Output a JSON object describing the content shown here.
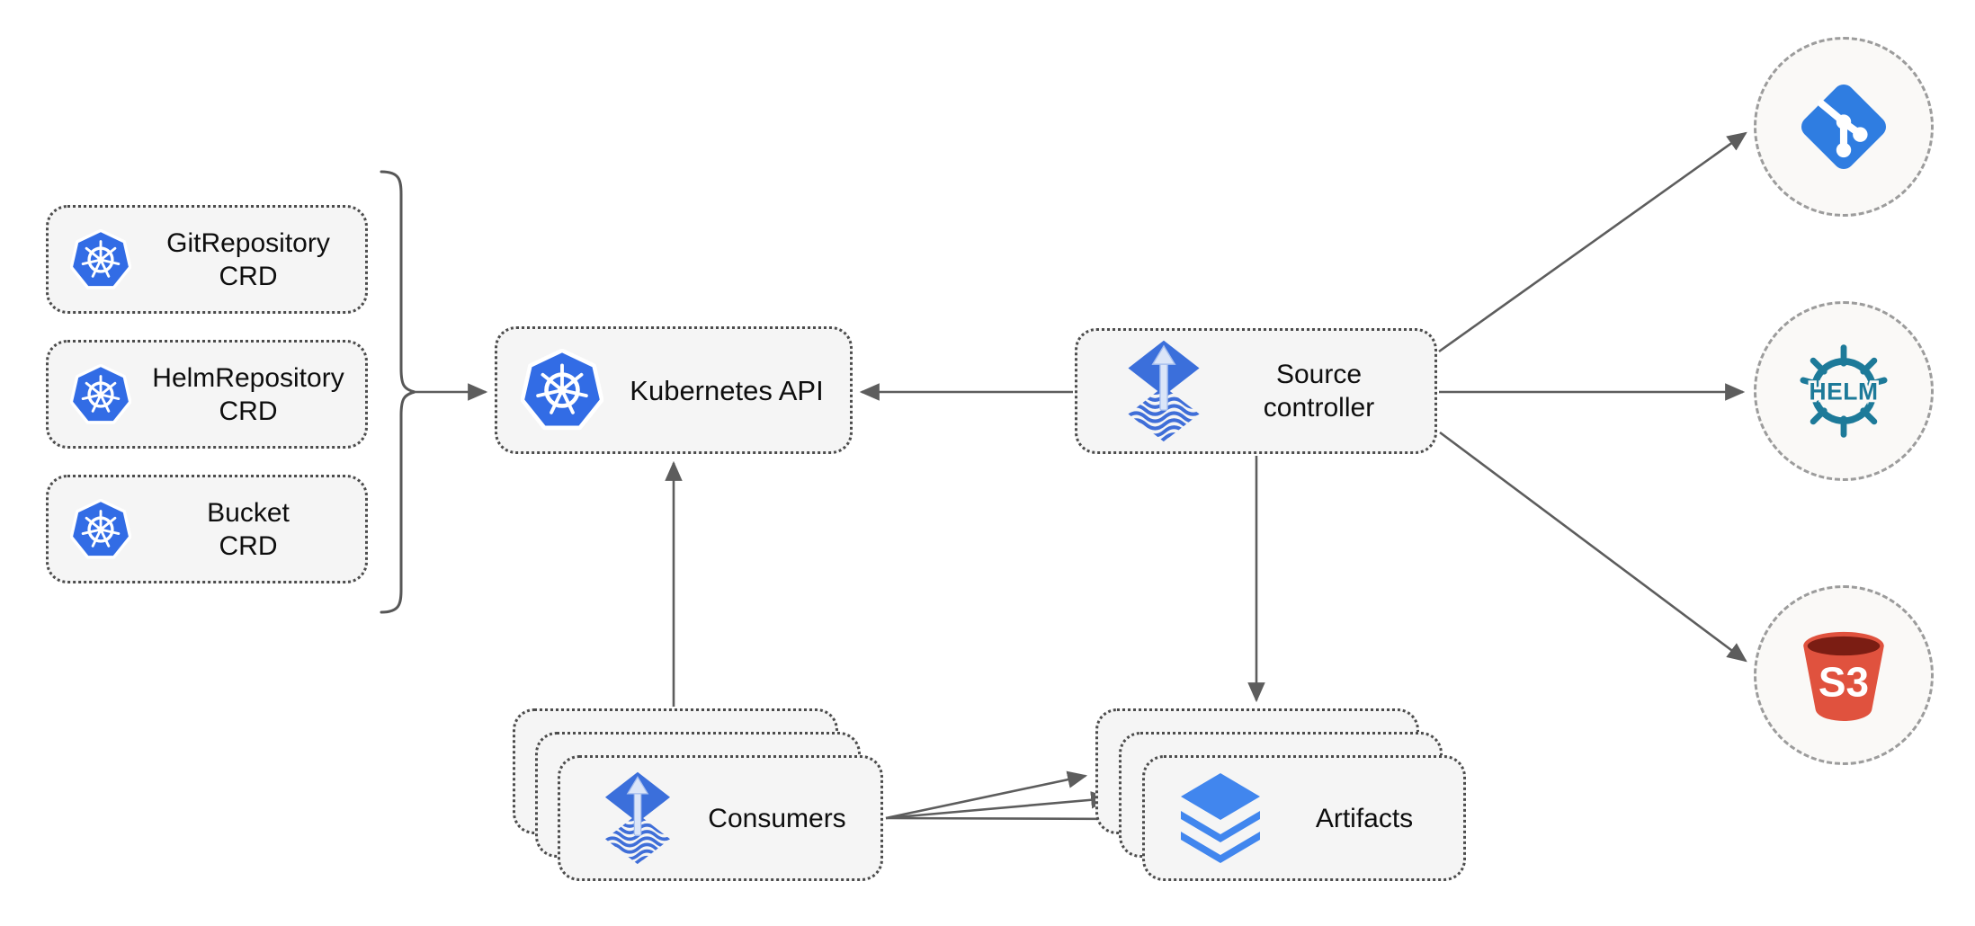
{
  "crd_boxes": [
    {
      "line1": "GitRepository",
      "line2": "CRD"
    },
    {
      "line1": "HelmRepository",
      "line2": "CRD"
    },
    {
      "line1": "Bucket",
      "line2": "CRD"
    }
  ],
  "nodes": {
    "kubernetes_api": {
      "label": "Kubernetes API"
    },
    "source_controller": {
      "line1": "Source",
      "line2": "controller"
    },
    "consumers": {
      "label": "Consumers",
      "stack_count": 3
    },
    "artifacts": {
      "label": "Artifacts",
      "stack_count": 3
    }
  },
  "endpoints": {
    "git": {
      "icon": "git-branch-icon"
    },
    "helm": {
      "icon": "helm-wheel-icon",
      "logo_text": "HELM"
    },
    "s3": {
      "icon": "s3-bucket-icon",
      "logo_text": "S3"
    }
  },
  "icons": {
    "kubernetes": "kubernetes-wheel-icon",
    "flux": "flux-source-icon",
    "artifacts": "layers-icon"
  },
  "colors": {
    "kubernetes_blue": "#326ce5",
    "flux_blue": "#3b6fdb",
    "flux_wave_blue": "#3f6ed8",
    "flux_arrow_light": "#dbe5f8",
    "layers_blue": "#4186ee",
    "git_blue": "#2f7de1",
    "helm_teal": "#1d7a99",
    "s3_red": "#e0523e",
    "s3_dark_red": "#7b1d13",
    "node_fill": "#f5f5f5",
    "circle_fill": "#faf9f7",
    "node_border": "#4c4c4c",
    "circle_border": "#9c9c9c",
    "connector_gray": "#5d5d5d",
    "text_color": "#0e0e0e"
  }
}
